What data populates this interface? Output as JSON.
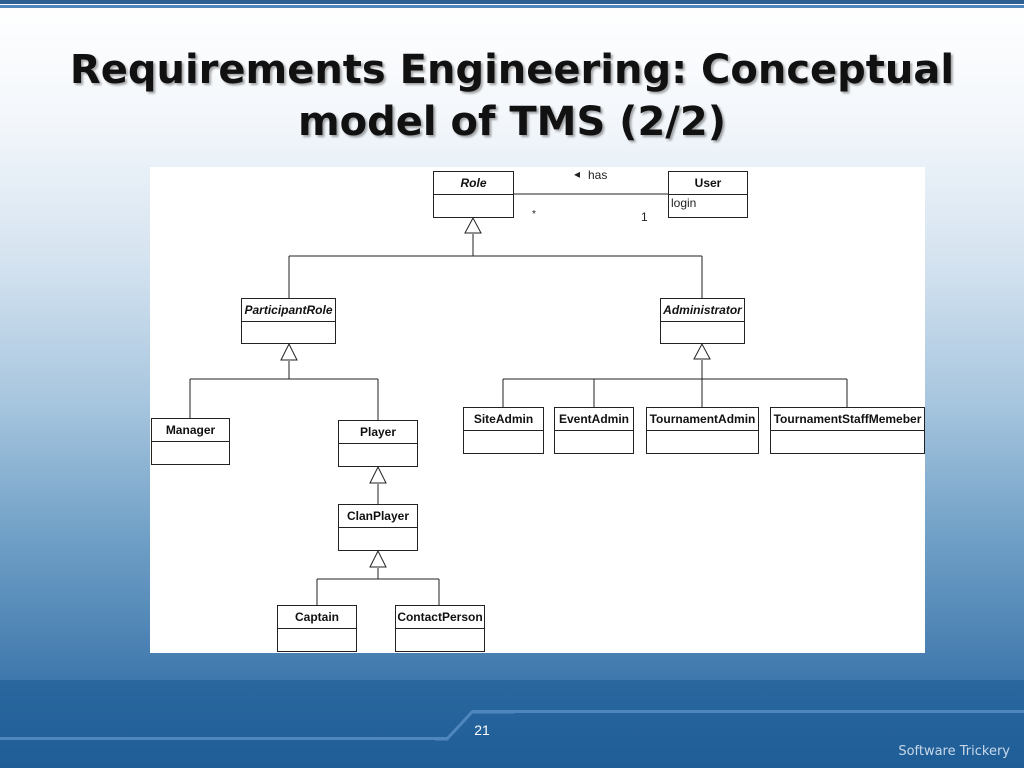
{
  "slide": {
    "title_line1": "Requirements Engineering: Conceptual",
    "title_line2": "model of TMS (2/2)",
    "page_number": "21",
    "brand": "Software Trickery"
  },
  "diagram": {
    "classes": {
      "role": "Role",
      "user": "User",
      "user_attr": "login",
      "participant_role": "ParticipantRole",
      "administrator": "Administrator",
      "manager": "Manager",
      "player": "Player",
      "clan_player": "ClanPlayer",
      "captain": "Captain",
      "contact_person": "ContactPerson",
      "site_admin": "SiteAdmin",
      "event_admin": "EventAdmin",
      "tournament_admin": "TournamentAdmin",
      "tournament_staff_member": "TournamentStaffMemeber"
    },
    "association": {
      "label": "has",
      "arrow": "◂",
      "role_multiplicity": "*",
      "user_multiplicity": "1"
    }
  }
}
